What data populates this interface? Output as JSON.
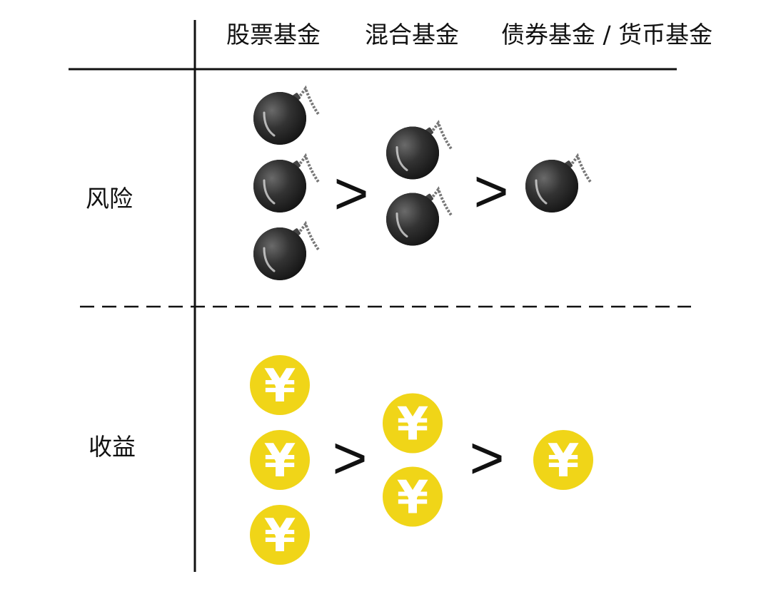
{
  "columns": [
    {
      "label": "股票基金",
      "risk_bombs": 3,
      "return_coins": 3
    },
    {
      "label": "混合基金",
      "risk_bombs": 2,
      "return_coins": 2
    },
    {
      "label": "债券基金 / 货币基金",
      "risk_bombs": 1,
      "return_coins": 1
    }
  ],
  "rows": {
    "risk": {
      "label": "风险",
      "icon": "bomb-icon"
    },
    "return": {
      "label": "收益",
      "icon": "yen-coin-icon"
    }
  },
  "comparator": ">",
  "coin_symbol": "¥",
  "colors": {
    "coin": "#f0d518",
    "bomb": "#2b2b2b",
    "line": "#111111"
  }
}
